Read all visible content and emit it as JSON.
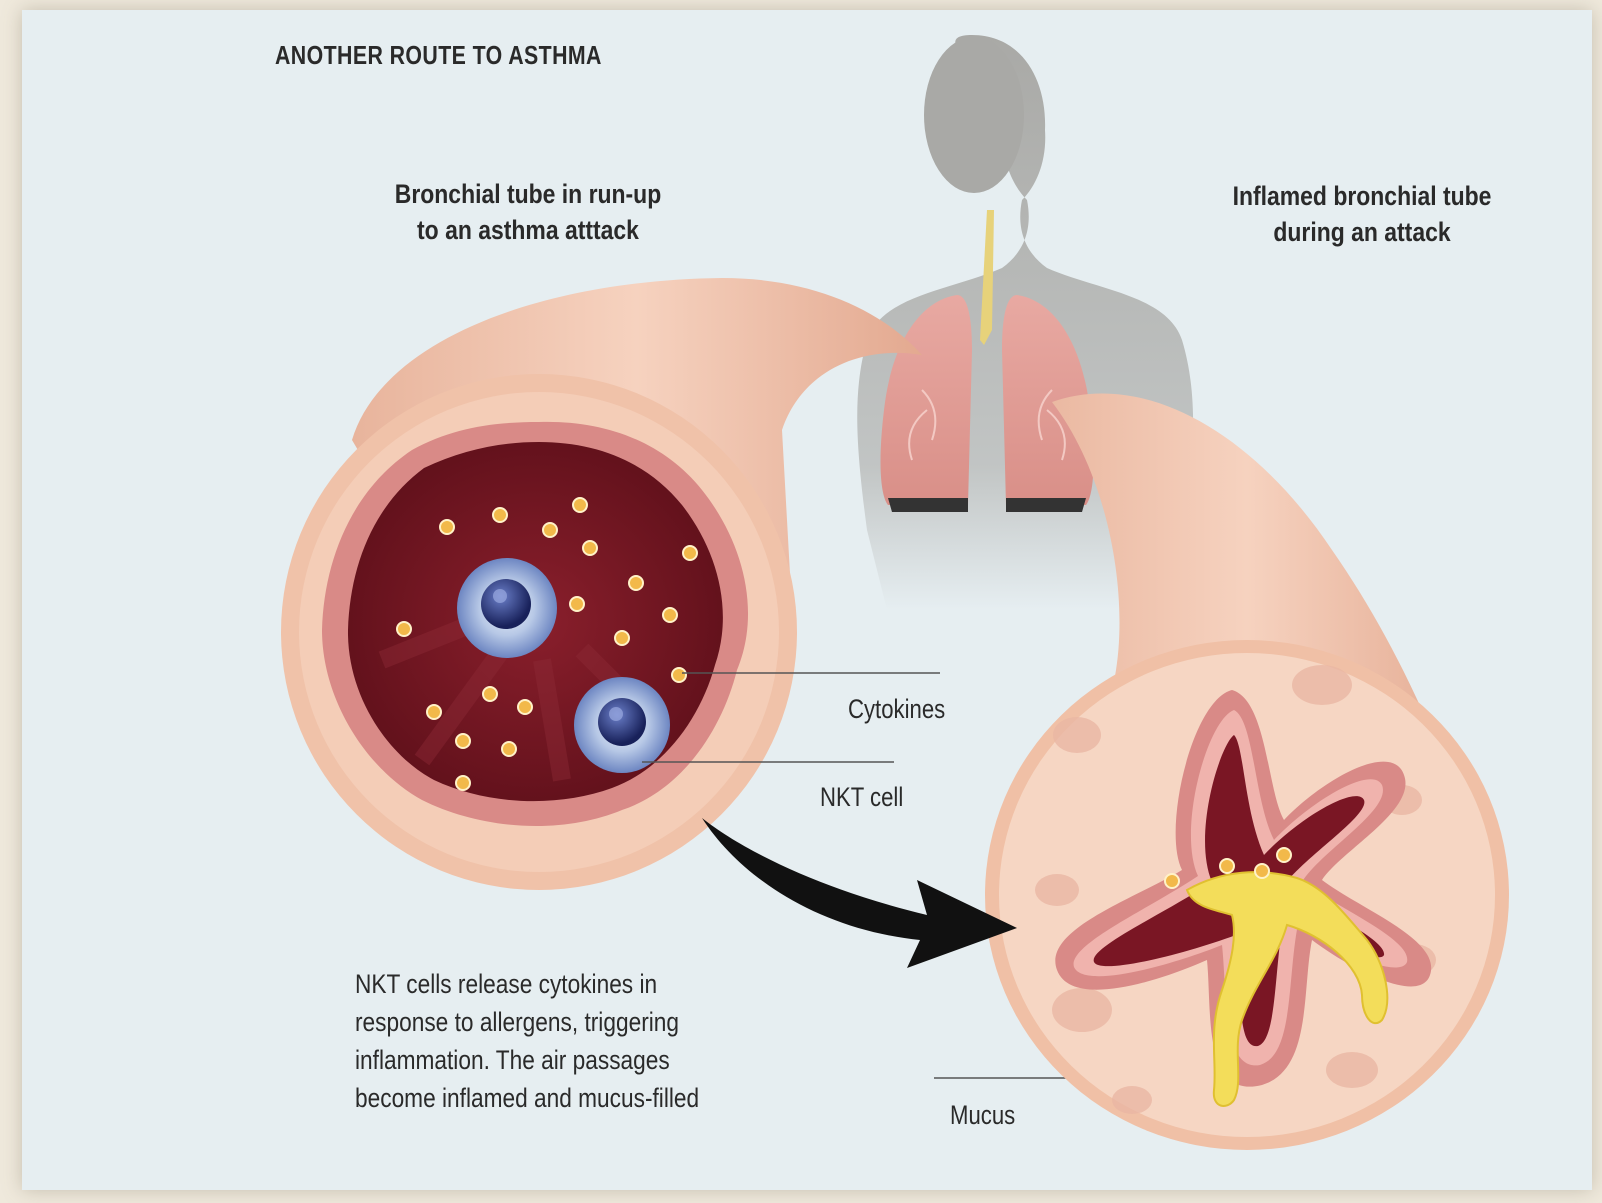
{
  "title": "ANOTHER ROUTE TO ASTHMA",
  "captions": {
    "left": {
      "line1": "Bronchial tube in run-up",
      "line2": "to an asthma atttack"
    },
    "right": {
      "line1": "Inflamed bronchial tube",
      "line2": "during an attack"
    }
  },
  "labels": {
    "cytokines": "Cytokines",
    "nkt_cell": "NKT cell",
    "mucus": "Mucus"
  },
  "description": {
    "line1": "NKT cells release cytokines in",
    "line2": "response to allergens, triggering",
    "line3": "inflammation. The air passages",
    "line4": "become inflamed and mucus-filled"
  },
  "colors": {
    "background": "#e6eef1",
    "silhouette": "#a9a9a6",
    "tube_outer": "#f1c4ac",
    "tube_lumen": "#6e1420",
    "nkt_cell": "#3a4f9a",
    "cytokine": "#f2b94a",
    "mucus": "#f3dd5a",
    "arrow": "#111111"
  }
}
